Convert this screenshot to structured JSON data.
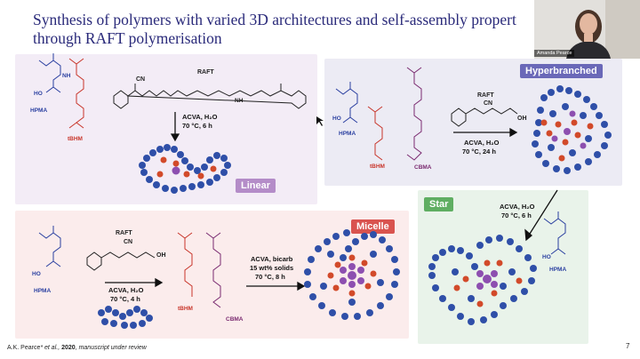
{
  "slide": {
    "title_line1": "Synthesis of polymers with varied 3D architectures and self-assembly propert",
    "title_line2": "through RAFT polymerisation",
    "page_number": "7",
    "citation_author": "A.K. Pearce",
    "citation_etal": "* et al.,",
    "citation_year": "2020",
    "citation_rest": ", manuscript under review"
  },
  "webcam": {
    "name_tag": "Amanda Pearce"
  },
  "linear_panel": {
    "label": "Linear",
    "raft": "RAFT",
    "cn": "CN",
    "hpma": "HPMA",
    "tbhm": "tBHM",
    "ho": "HO",
    "nh1": "NH",
    "nh2": "NH",
    "cond1": "ACVA, H₂O",
    "cond2": "70 °C, 6 h"
  },
  "hyper_panel": {
    "label": "Hyperbranched",
    "raft": "RAFT",
    "cn": "CN",
    "oh": "OH",
    "hpma": "HPMA",
    "tbhm": "tBHM",
    "cbma": "CBMA",
    "ho": "HO",
    "cond1": "ACVA, H₂O",
    "cond2": "70 °C, 24 h"
  },
  "micelle_panel": {
    "label": "Micelle",
    "raft": "RAFT",
    "cn": "CN",
    "oh": "OH",
    "hpma": "HPMA",
    "tbhm": "tBHM",
    "cbma": "CBMA",
    "ho": "HO",
    "cond1": "ACVA, H₂O",
    "cond2": "70 °C, 4 h",
    "cond3": "ACVA, bicarb",
    "cond4": "15 wt% solids",
    "cond5": "70 °C, 8 h"
  },
  "star_panel": {
    "label": "Star",
    "hpma": "HPMA",
    "ho": "HO",
    "cond1": "ACVA, H₂O",
    "cond2": "70 °C, 6 h"
  },
  "colors": {
    "title": "#2a2a7a",
    "linear_bg": "#f3ecf6",
    "hyper_bg": "#ecebf4",
    "micelle_bg": "#fbecec",
    "star_bg": "#e9f3ea",
    "linear_tag": "#b48cc8",
    "hyper_tag": "#6a68b8",
    "micelle_tag": "#d9534f",
    "star_tag": "#5fae62",
    "bead_blue": "#2f4fa8",
    "bead_red": "#d24a2a",
    "bead_purple": "#8d4fb0"
  },
  "icons": {
    "cursor": "cursor-icon"
  }
}
